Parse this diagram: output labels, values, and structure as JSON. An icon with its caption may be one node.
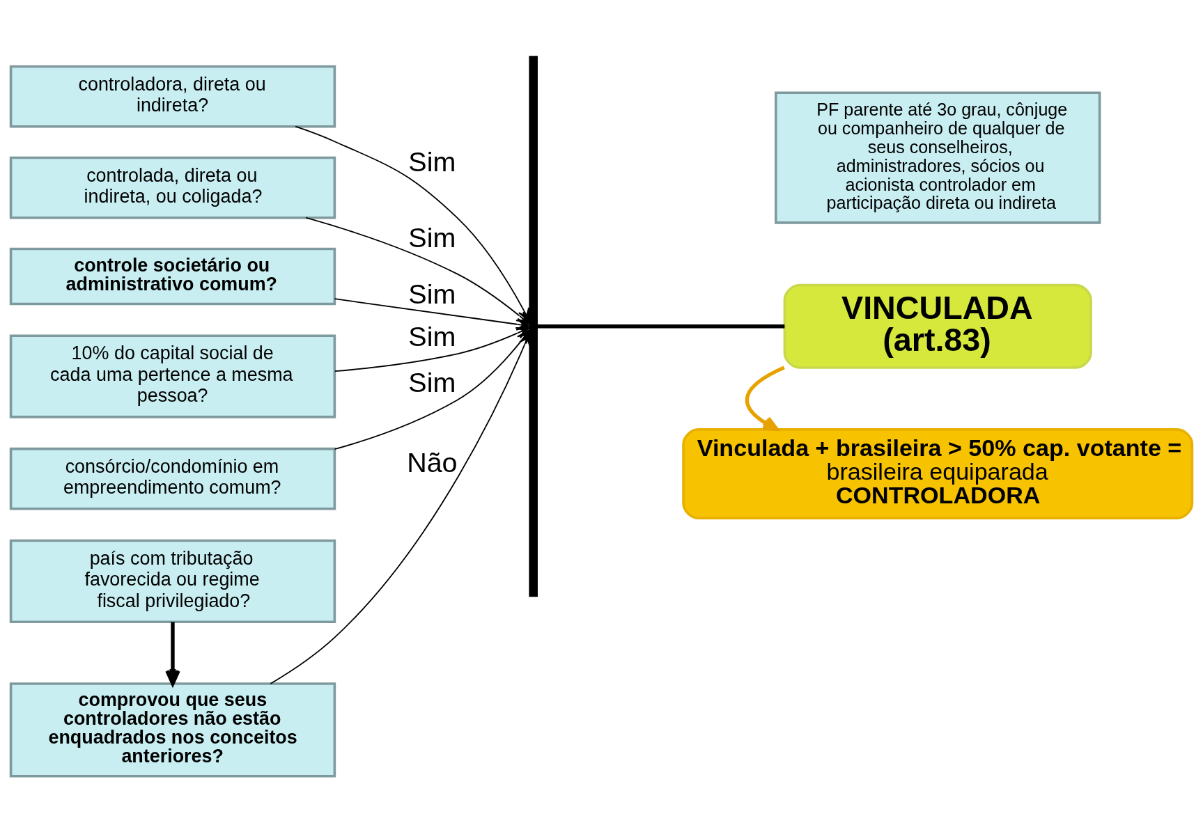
{
  "diagram": {
    "nodes": [
      {
        "text": [
          "controladora, direta ou indireta?"
        ]
      },
      {
        "text": [
          "controlada, direta ou indireta, ou coligada?"
        ]
      },
      {
        "text": [
          "controle societário ou administrativo comum?"
        ]
      },
      {
        "text": [
          "10% do capital social de cada uma pertence a mesma pessoa?"
        ]
      },
      {
        "text": [
          "consórcio/condomínio em empreendimento comum?"
        ]
      },
      {
        "text": [
          "país com tributação favorecida ou regime fiscal privilegiado?"
        ]
      },
      {
        "text": [
          "comprovou que seus controladores não estão enquadrados nos conceitos anteriores?"
        ]
      },
      {
        "text": [],
        "shape": "bar"
      },
      {
        "text": [
          "PF parente até 3o grau, cônjuge ou companheiro de qualquer de seus conselheiros, administradores, sócios ou acionista controlador em participação direta ou indireta"
        ]
      },
      {
        "text": [
          "VINCULADA (art.83)"
        ]
      },
      {
        "text": [
          "Vinculada + brasileira > 50% cap. votante =",
          "brasileira equiparada",
          "CONTROLADORA"
        ]
      }
    ],
    "edges": [
      {
        "from": 0,
        "to": 7,
        "arrow": "to",
        "label": "Sim"
      },
      {
        "from": 1,
        "to": 7,
        "arrow": "to",
        "label": "Sim"
      },
      {
        "from": 2,
        "to": 7,
        "arrow": "to",
        "label": "Sim"
      },
      {
        "from": 3,
        "to": 7,
        "arrow": "to",
        "label": "Sim"
      },
      {
        "from": 4,
        "to": 7,
        "arrow": "to",
        "label": "Sim"
      },
      {
        "from": 5,
        "to": 6,
        "arrow": "to",
        "style": "thick"
      },
      {
        "from": 6,
        "to": 7,
        "arrow": "to",
        "label": "Não"
      },
      {
        "from": 7,
        "to": 9,
        "arrow": "none",
        "style": "thick"
      },
      {
        "from": 9,
        "to": 10,
        "arrow": "to",
        "style": "thick",
        "color": "#e8a200"
      }
    ]
  }
}
